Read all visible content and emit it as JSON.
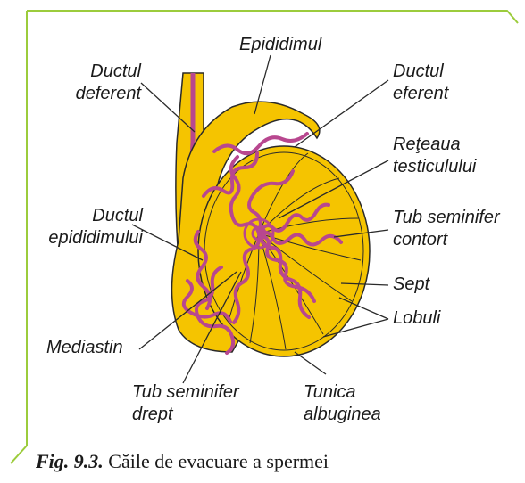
{
  "labels": {
    "ductul_deferent": [
      "Ductul",
      "deferent"
    ],
    "epididimul": "Epididimul",
    "ductul_eferent": [
      "Ductul",
      "eferent"
    ],
    "reteaua_testiculului": [
      "Reţeaua",
      "testiculului"
    ],
    "ductul_epididimului": [
      "Ductul",
      "epididimului"
    ],
    "tub_seminifer_contort": [
      "Tub seminifer",
      "contort"
    ],
    "sept": "Sept",
    "lobuli": "Lobuli",
    "mediastin": "Mediastin",
    "tub_seminifer_drept": [
      "Tub seminifer",
      "drept"
    ],
    "tunica_albuginea": [
      "Tunica",
      "albuginea"
    ]
  },
  "caption": {
    "number": "Fig. 9.3.",
    "text": " Căile de evacuare a spermei"
  },
  "colors": {
    "tissue": "#f5c400",
    "tubule": "#b8478f",
    "outline": "#2a2a2a",
    "frame": "#9ccc3c"
  }
}
